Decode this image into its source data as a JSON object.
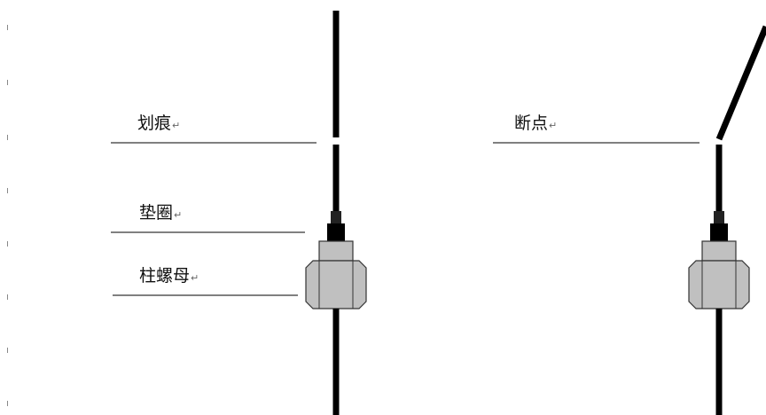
{
  "left_figure": {
    "labels": {
      "scratch": "划痕",
      "washer": "垫圈",
      "post_nut": "柱螺母"
    }
  },
  "right_figure": {
    "labels": {
      "break_point": "断点"
    }
  },
  "paragraph_mark": "↵",
  "colors": {
    "wire": "#000000",
    "nut_fill": "#c0c0c0",
    "nut_stroke": "#333333",
    "washer_fill": "#000000",
    "background": "#ffffff"
  }
}
